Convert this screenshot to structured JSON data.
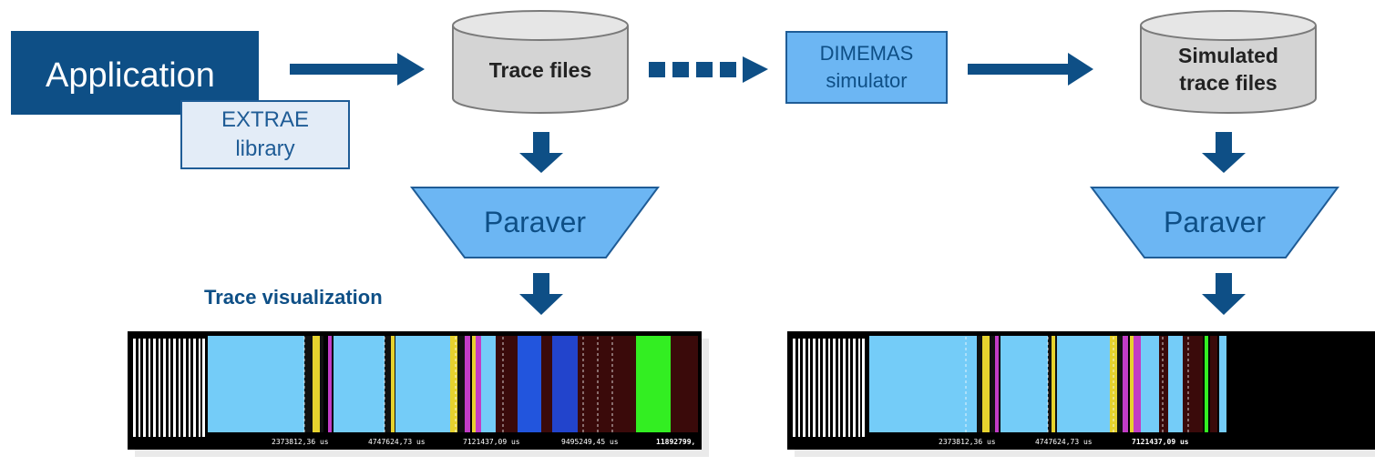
{
  "application": {
    "label": "Application"
  },
  "extrae": {
    "line1": "EXTRAE",
    "line2": "library"
  },
  "trace_files": {
    "label": "Trace files"
  },
  "dimemas": {
    "line1": "DIMEMAS",
    "line2": "simulator"
  },
  "simulated": {
    "line1": "Simulated",
    "line2": "trace files"
  },
  "paraver_left": {
    "label": "Paraver"
  },
  "paraver_right": {
    "label": "Paraver"
  },
  "trace_heading": "Trace visualization",
  "left_ticks": [
    "2373812,36 us",
    "4747624,73 us",
    "7121437,09 us",
    "9495249,45 us",
    "11892799,"
  ],
  "right_ticks": [
    "2373812,36 us",
    "4747624,73 us",
    "7121437,09 us"
  ],
  "colors": {
    "dark_blue": "#0e4f86",
    "light_blue": "#6cb6f3",
    "trace_sky": "#74ccf8",
    "cylinder_gray": "#d4d4d4"
  }
}
